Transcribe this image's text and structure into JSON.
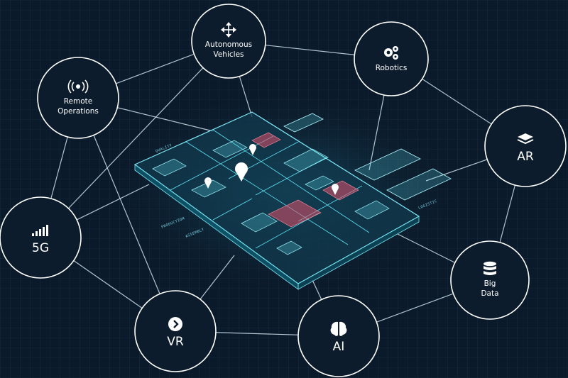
{
  "nodes": [
    {
      "id": "autonomous",
      "lines": [
        "Autonomous",
        "Vehicles"
      ],
      "icon": "move-arrows-icon"
    },
    {
      "id": "robotics",
      "lines": [
        "Robotics"
      ],
      "icon": "gears-icon"
    },
    {
      "id": "remote",
      "lines": [
        "Remote",
        "Operations"
      ],
      "icon": "broadcast-icon"
    },
    {
      "id": "ar",
      "lines": [
        "AR"
      ],
      "icon": "layers-icon"
    },
    {
      "id": "5g",
      "lines": [
        "5G"
      ],
      "icon": "signal-bars-icon"
    },
    {
      "id": "bigdata",
      "lines": [
        "Big",
        "Data"
      ],
      "icon": "database-icon"
    },
    {
      "id": "vr",
      "lines": [
        "VR"
      ],
      "icon": "chevron-right-circle-icon"
    },
    {
      "id": "ai",
      "lines": [
        "AI"
      ],
      "icon": "brain-icon"
    }
  ],
  "floor_labels": [
    "PRODUCTION",
    "ASSEMBLY",
    "LOGISTIC",
    "QUALITY"
  ],
  "colors": {
    "background": "#0b1a2a",
    "wireframe": "#5fe3f5",
    "hotspot": "#e0506a",
    "node_stroke": "#ffffff"
  }
}
